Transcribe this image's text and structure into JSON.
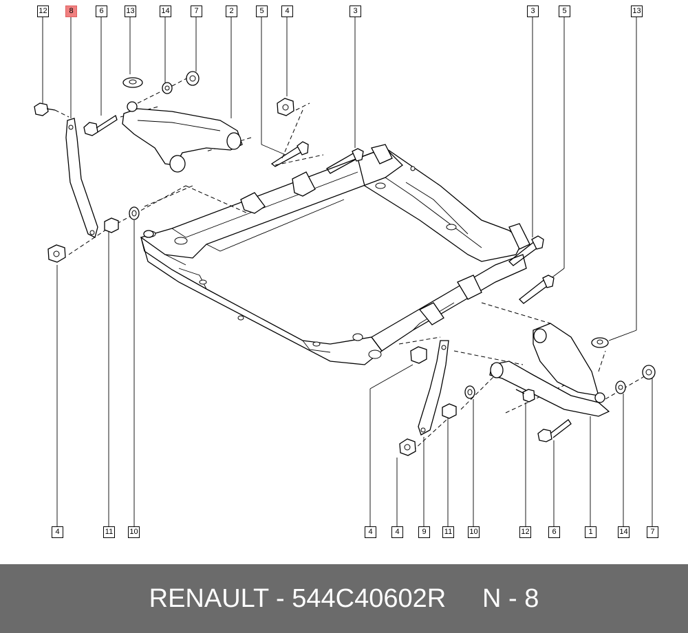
{
  "diagram": {
    "callouts_top": [
      "12",
      "8",
      "6",
      "13",
      "14",
      "7",
      "2",
      "5",
      "4",
      "3",
      "3",
      "5",
      "13"
    ],
    "callouts_bottom": [
      "4",
      "11",
      "10",
      "4",
      "4",
      "9",
      "11",
      "10",
      "12",
      "6",
      "1",
      "14",
      "7"
    ],
    "highlighted_callout": "8",
    "highlight_color": "#f08080"
  },
  "footer": {
    "caption": "RENAULT - 544C40602R     N - 8",
    "background": "#6b6b6b"
  }
}
